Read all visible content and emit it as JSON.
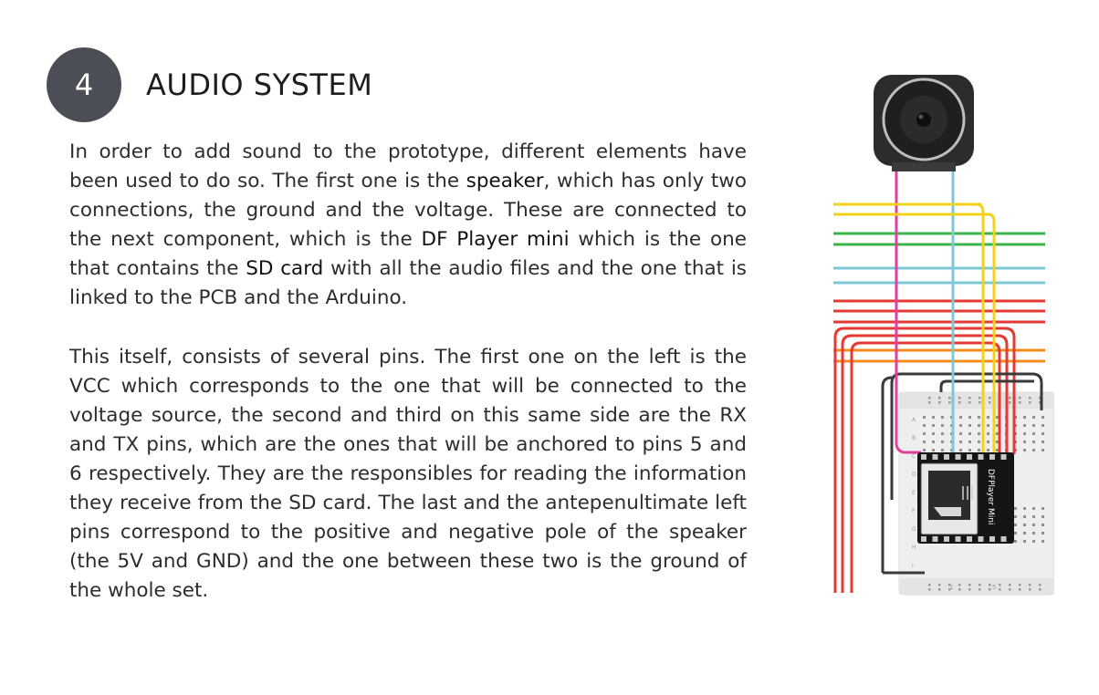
{
  "step": {
    "number": "4"
  },
  "section": {
    "title": "AUDIO SYSTEM"
  },
  "paragraph1": [
    {
      "text": "In order to add sound to the prototype, different elements have been used to do so. The first one is the ",
      "highlight": false
    },
    {
      "text": "speaker",
      "highlight": true
    },
    {
      "text": ", which has only two connections, the ground and the voltage. These are connected to the next component, which is the ",
      "highlight": false
    },
    {
      "text": "DF Player mini",
      "highlight": true
    },
    {
      "text": " which is the one that contains the ",
      "highlight": false
    },
    {
      "text": "SD card",
      "highlight": true
    },
    {
      "text": " with all the audio files and the one that is linked to the PCB and the Arduino.",
      "highlight": false
    }
  ],
  "paragraph2": "This itself, consists of several pins. The first one on the left is the VCC which corresponds to the one that will be connected to the voltage source, the second and third on this same side are the RX and TX pins, which are the ones that will be anchored to pins 5 and 6 respectively. They are the responsibles for reading the information they receive from the SD card. The last and the antepenultimate left pins correspond to the positive and negative pole of the speaker (the 5V and GND) and the one between these two is the ground of the whole set.",
  "figure": {
    "module_label": "DFPlayer Mini",
    "breadboard_row_labels": [
      "A",
      "B",
      "C",
      "D",
      "E",
      "F",
      "G",
      "H",
      "I"
    ],
    "breadboard_col_labels": [
      "1",
      "5"
    ],
    "wire_colors": {
      "pink": "#e040a0",
      "cyan": "#7cc8d6",
      "yellow": "#f2d21b",
      "green": "#3cb44b",
      "red": "#e53935",
      "orange": "#f28c1e",
      "black": "#3a3a3a"
    },
    "icons": [
      "speaker-icon",
      "sd-card-icon"
    ]
  }
}
